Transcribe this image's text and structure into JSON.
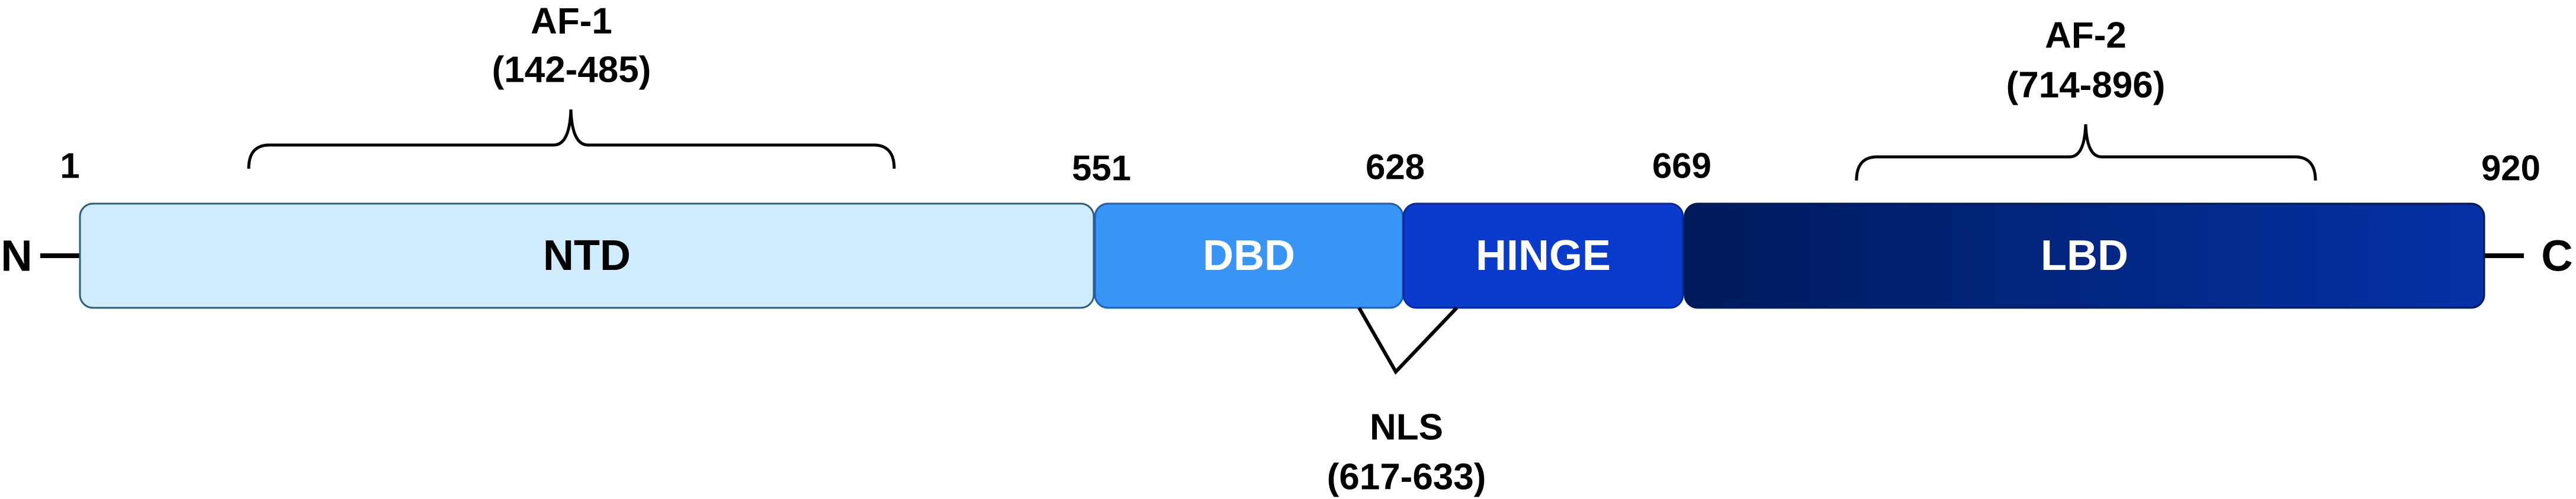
{
  "termini": {
    "n": "N",
    "c": "C"
  },
  "positions": {
    "p1": "1",
    "p551": "551",
    "p628": "628",
    "p669": "669",
    "p920": "920"
  },
  "domains": {
    "ntd": {
      "label": "NTD",
      "color": "#D0EBFC",
      "text_color": "#000000",
      "border": "#2E5F7A"
    },
    "dbd": {
      "label": "DBD",
      "color": "#3895F5",
      "text_color": "#FFFFFF",
      "border": "#1F5FB3"
    },
    "hinge": {
      "label": "HINGE",
      "color": "#0A3BCC",
      "text_color": "#FFFFFF",
      "border": "#07299A"
    },
    "lbd": {
      "label": "LBD",
      "color_start": "#001B5C",
      "color_end": "#0432A6",
      "text_color": "#FFFFFF",
      "border": "#001A55"
    }
  },
  "regions": {
    "af1": {
      "name": "AF-1",
      "range": "(142-485)"
    },
    "af2": {
      "name": "AF-2",
      "range": "(714-896)"
    },
    "nls": {
      "name": "NLS",
      "range": "(617-633)"
    }
  }
}
